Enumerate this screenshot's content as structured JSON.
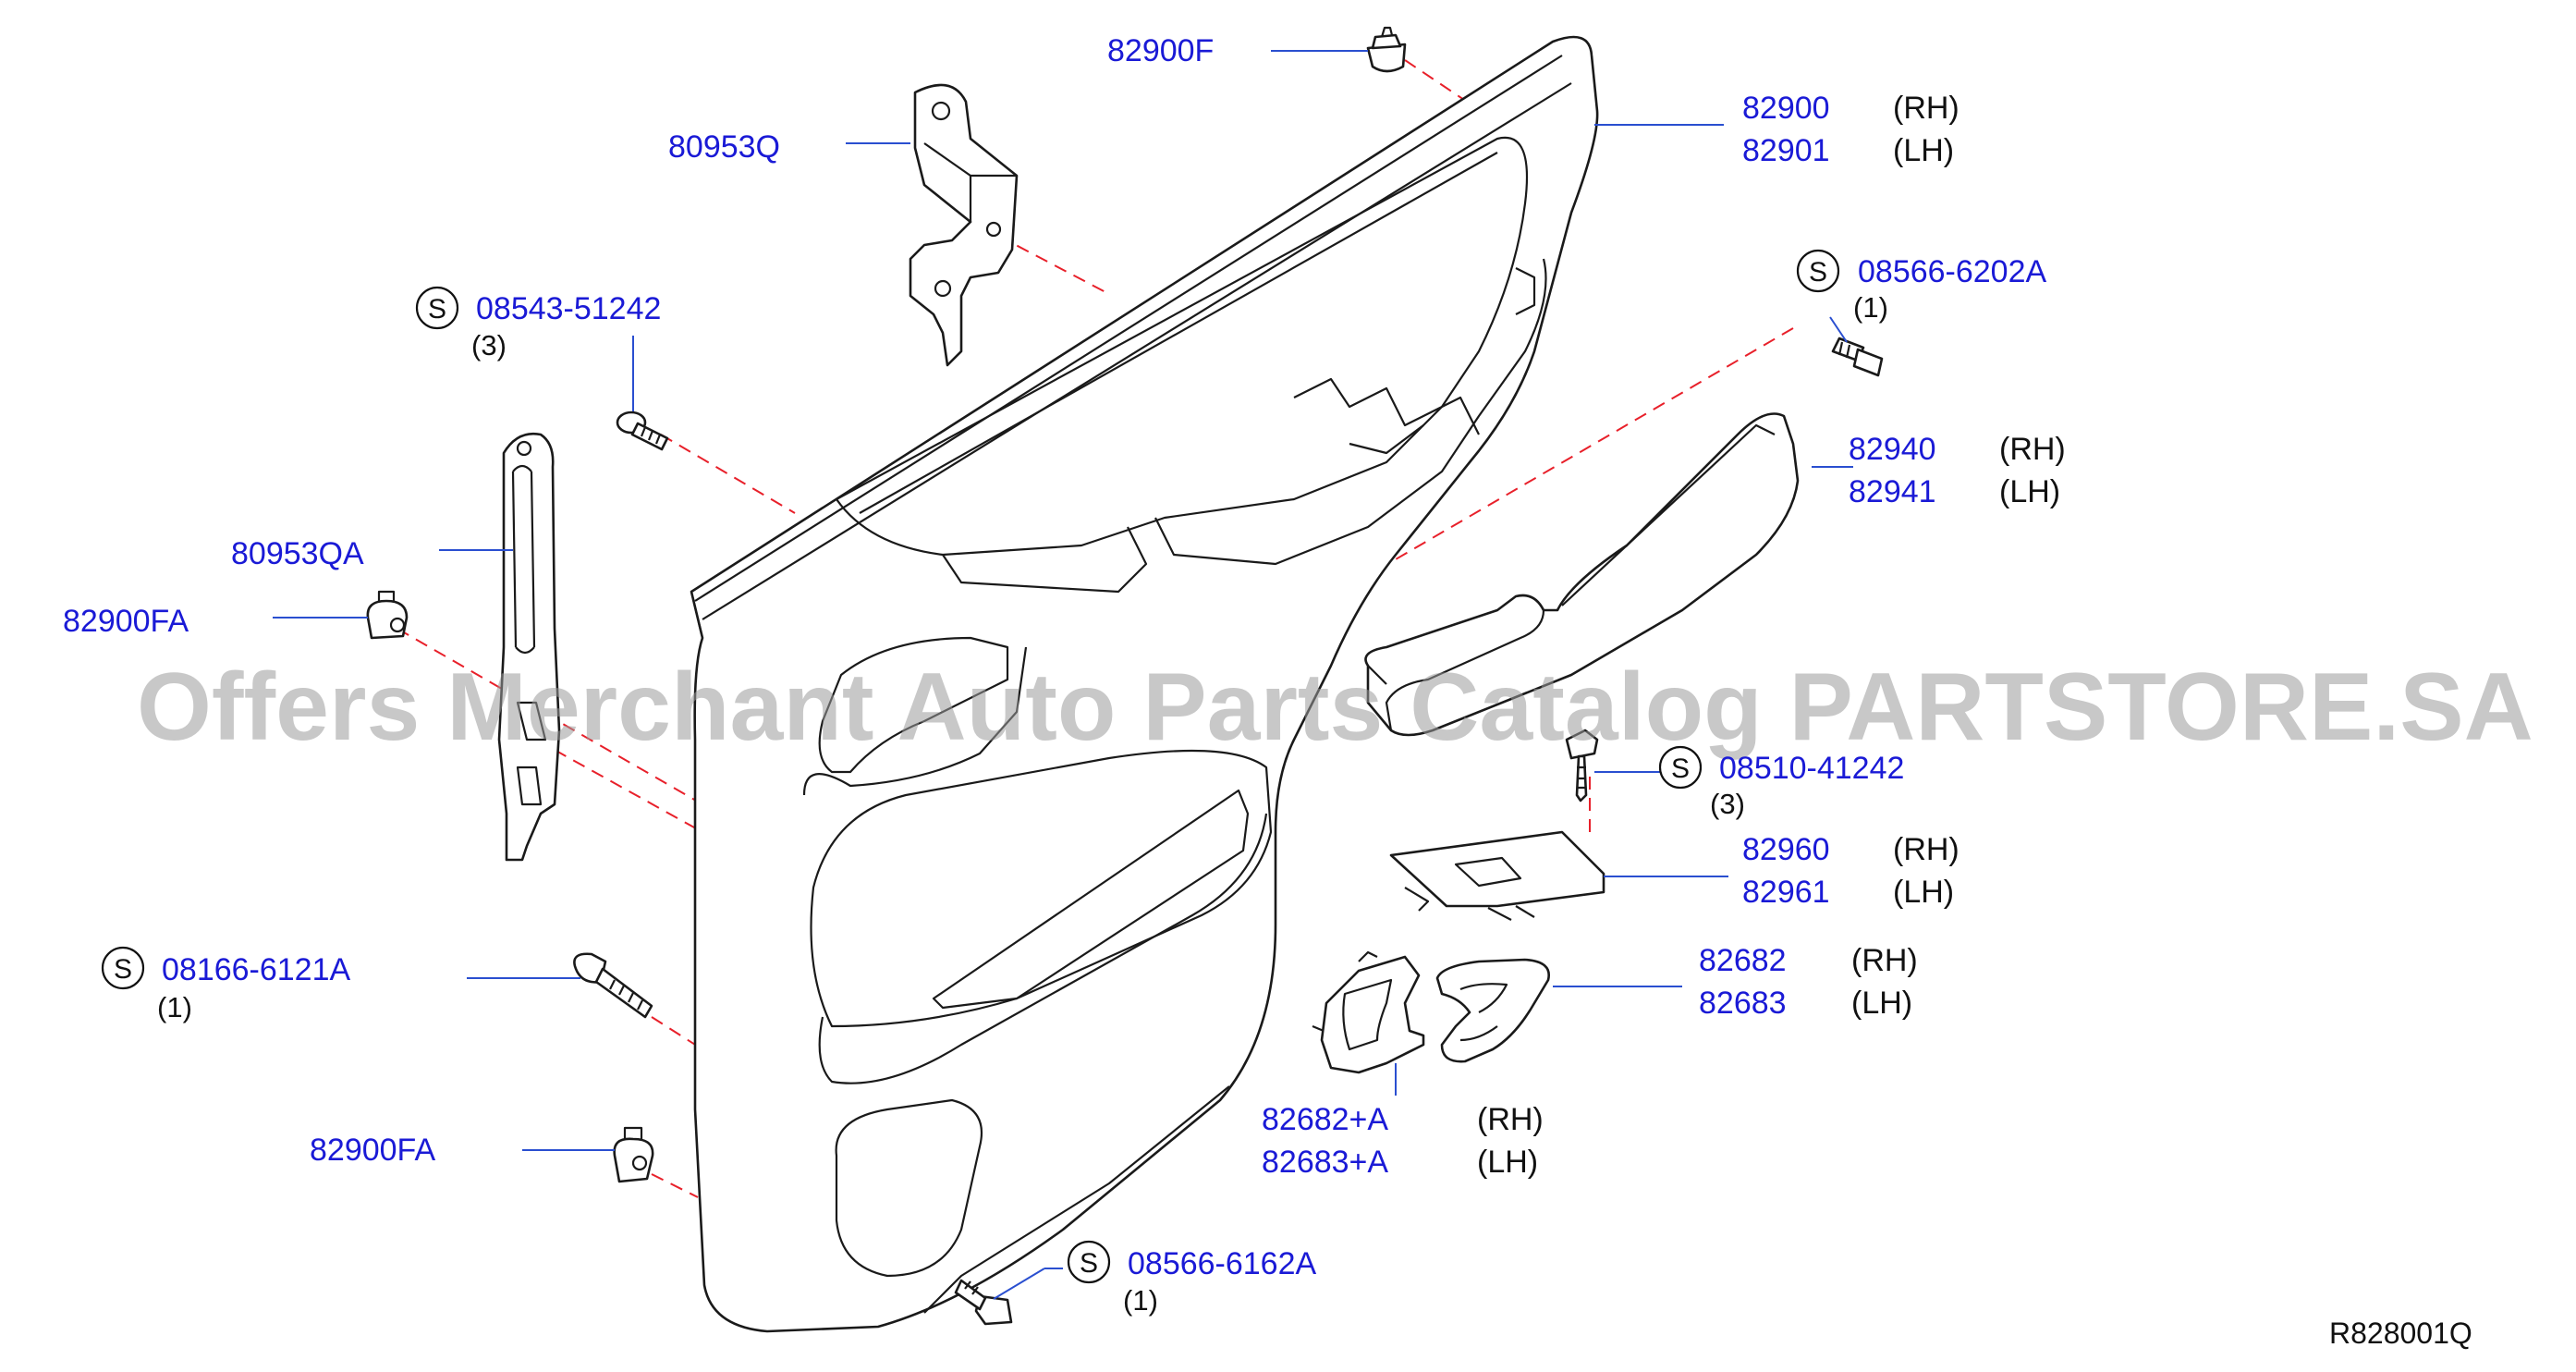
{
  "watermark": "Offers Merchant Auto Parts Catalog PARTSTORE.SA",
  "reference_code": "R828001Q",
  "colors": {
    "part_number": "#1a1ad6",
    "leader_line": "#2a4fd0",
    "dashed_line": "#e8202a",
    "watermark": "#9a9a9a"
  },
  "labels": {
    "p82900F": "82900F",
    "p80953Q": "80953Q",
    "p82900": "82900",
    "p82900_side": "(RH)",
    "p82901": "82901",
    "p82901_side": "(LH)",
    "s08543": "08543-51242",
    "s08543_qty": "(3)",
    "p80953QA": "80953QA",
    "p82900FA_top": "82900FA",
    "s08566_6202": "08566-6202A",
    "s08566_6202_qty": "(1)",
    "p82940": "82940",
    "p82940_side": "(RH)",
    "p82941": "82941",
    "p82941_side": "(LH)",
    "s08510": "08510-41242",
    "s08510_qty": "(3)",
    "p82960": "82960",
    "p82960_side": "(RH)",
    "p82961": "82961",
    "p82961_side": "(LH)",
    "s08166": "08166-6121A",
    "s08166_qty": "(1)",
    "p82682": "82682",
    "p82682_side": "(RH)",
    "p82683": "82683",
    "p82683_side": "(LH)",
    "p82682A": "82682+A",
    "p82682A_side": "(RH)",
    "p82683A": "82683+A",
    "p82683A_side": "(LH)",
    "p82900FA_bottom": "82900FA",
    "s08566_6162": "08566-6162A",
    "s08566_6162_qty": "(1)",
    "s_symbol": "S"
  }
}
